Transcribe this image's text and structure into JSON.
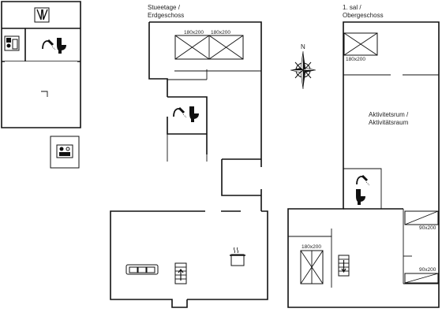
{
  "floors": {
    "ground": {
      "label_line1": "Stueetage /",
      "label_line2": "Erdgeschoss"
    },
    "upper": {
      "label_line1": "1. sal /",
      "label_line2": "Obergeschoss"
    }
  },
  "rooms": {
    "activity_line1": "Aktivitetsrum /",
    "activity_line2": "Aktivitätsraum"
  },
  "beds": {
    "ground_double_left": "180x200",
    "ground_double_right": "180x200",
    "upper_double_top": "180x200",
    "upper_double_bottom": "180x200",
    "upper_single_top": "90x200",
    "upper_single_bottom": "90x200"
  },
  "compass": {
    "north": "N"
  },
  "icons": [
    "toilet-icon",
    "shower-icon",
    "sauna-icon",
    "sofa-icon",
    "stairs-icon",
    "cooking-pot-icon",
    "washing-machine-icon",
    "compass-rose-icon"
  ]
}
